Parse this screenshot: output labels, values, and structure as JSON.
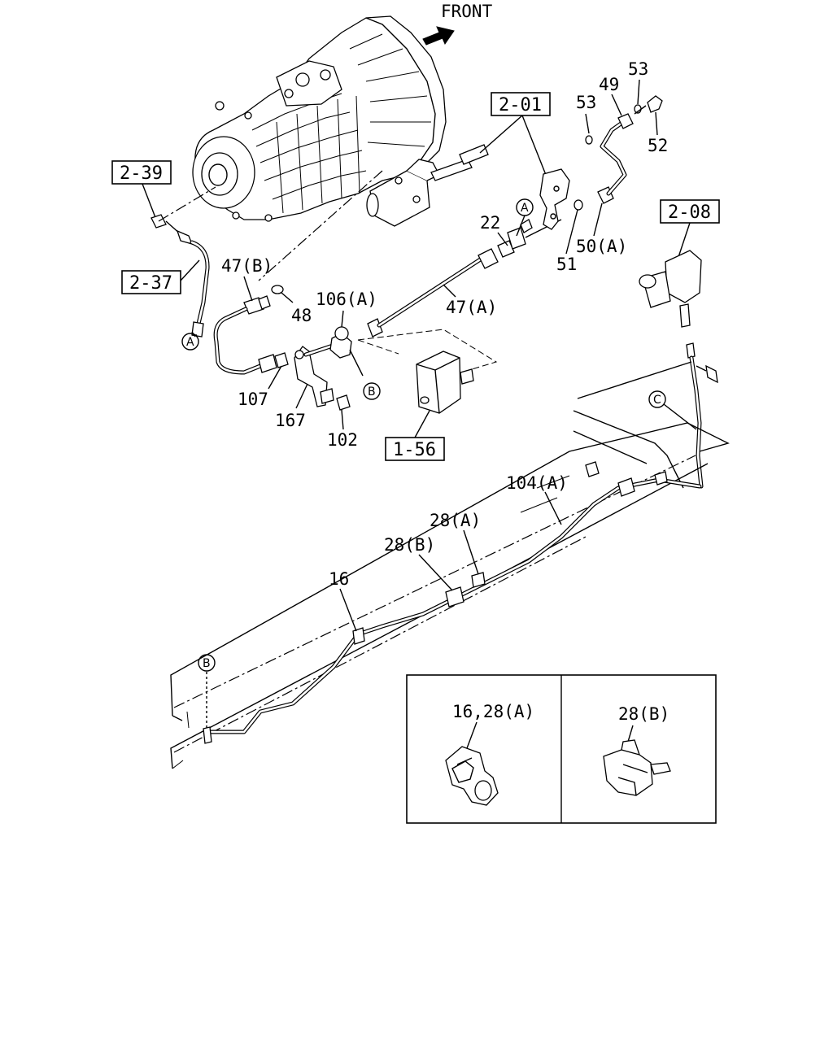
{
  "direction_label": "FRONT",
  "ref_boxes": {
    "r201": "2-01",
    "r239": "2-39",
    "r237": "2-37",
    "r208": "2-08",
    "r156": "1-56"
  },
  "part_labels": {
    "p53a": "53",
    "p53b": "53",
    "p49": "49",
    "p52": "52",
    "p22": "22",
    "p51": "51",
    "p50a": "50(A)",
    "p47b": "47(B)",
    "p48": "48",
    "p106a": "106(A)",
    "p47a": "47(A)",
    "p107": "107",
    "p167": "167",
    "p102": "102",
    "p104a": "104(A)",
    "p28a": "28(A)",
    "p28b": "28(B)",
    "p16": "16"
  },
  "connector_markers": {
    "a1": "A",
    "a2": "A",
    "b1": "B",
    "b2": "B",
    "c1": "C"
  },
  "detail_inset": {
    "left_label": "16,28(A)",
    "right_label": "28(B)"
  }
}
